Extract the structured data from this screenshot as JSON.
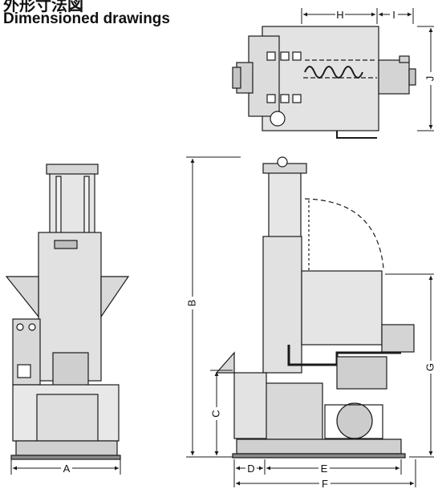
{
  "title_jp": "外形寸法図",
  "title_en": "Dimensioned drawings",
  "dimensions": {
    "A": "A",
    "B": "B",
    "C": "C",
    "D": "D",
    "E": "E",
    "F": "F",
    "G": "G",
    "H": "H",
    "I": "I",
    "J": "J"
  },
  "colors": {
    "line": "#1a1a1a",
    "body": "#e6e6e6",
    "shade": "#c9c9c9",
    "dark": "#8a8a8a"
  }
}
